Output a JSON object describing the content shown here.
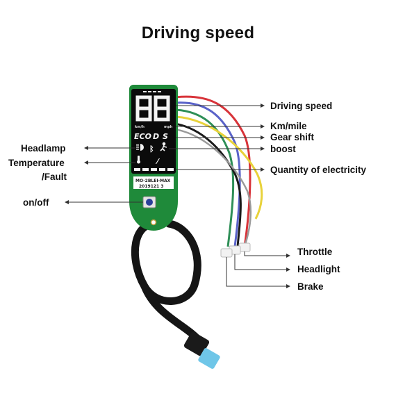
{
  "title": "Driving speed",
  "labels": {
    "left": {
      "headlamp": "Headlamp",
      "temperature": "Temperature",
      "fault": "/Fault",
      "onoff": "on/off"
    },
    "right": {
      "driving_speed": "Driving speed",
      "km_mile": "Km/mile",
      "gear_shift": "Gear shift",
      "boost": "boost",
      "quantity": "Quantity of electricity",
      "throttle": "Throttle",
      "headlight": "Headlight",
      "brake": "Brake"
    }
  },
  "display": {
    "digits": "88",
    "unit_left": "km/h",
    "unit_right": "mph",
    "eco": "ECO",
    "d": "D",
    "s": "S",
    "board_label": "MO-2BLEI-MAX",
    "board_date": "2019121 3"
  },
  "colors": {
    "board_green": "#1f8a3a",
    "display_black": "#0b0b0b",
    "segment_white": "#f4f4f4",
    "wire_red": "#d8343a",
    "wire_blue": "#5a63c9",
    "wire_green": "#2e8f57",
    "wire_yellow": "#e8d23a",
    "wire_black": "#1a1a1a",
    "connector_blue": "#6fc6e8"
  }
}
